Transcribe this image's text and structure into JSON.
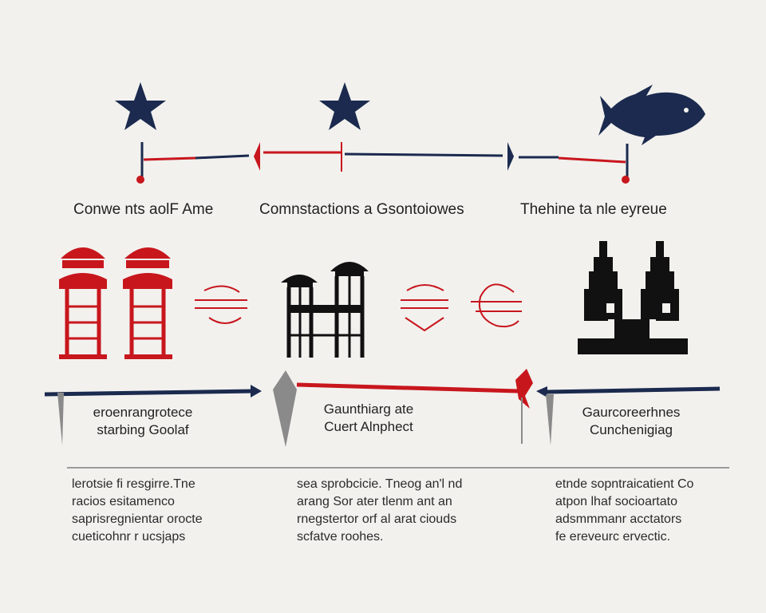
{
  "colors": {
    "navy": "#1b2a4e",
    "red": "#c8161d",
    "black": "#111111",
    "gray": "#8a8a8a",
    "background": "#f2f1ee"
  },
  "top_row": {
    "icons": [
      "star-icon",
      "star-icon",
      "fish-icon"
    ],
    "headings": [
      "Conwe nts aolF Ame",
      "Comnstactions a Gsontoiowes",
      "Thehine ta nle eyreue"
    ]
  },
  "middle_row": {
    "icons": [
      "pagoda-tower-icon",
      "pagoda-tower-icon",
      "equals-swirl-icon",
      "gate-tower-icon",
      "equals-swirl-icon",
      "euro-swirl-icon",
      "twin-tower-icon"
    ]
  },
  "arrow_row": {
    "captions": [
      [
        "eroenrangrotece",
        "starbing Goolaf"
      ],
      [
        "Gaunthiarg ate",
        "Cuert Alnphect"
      ],
      [
        "Gaurcoreerhnes",
        "Cunchenigiag"
      ]
    ]
  },
  "bottom_row": {
    "columns": [
      [
        "lerotsie fi resgirre.Tne",
        "racios esitamenco",
        "saprisregnientar orocte",
        "cueticohnr r ucsjaps"
      ],
      [
        "sea sprobcicie. Tneog an'l nd",
        "arang Sor ater tlenm ant an",
        "rnegstertor orf al arat ciouds",
        "scfatve roohes."
      ],
      [
        "etnde sopntraicatient Co",
        "atpon lhaf socioartato",
        "adsmmmanr acctators",
        "fe ereveurc ervectic."
      ]
    ]
  }
}
